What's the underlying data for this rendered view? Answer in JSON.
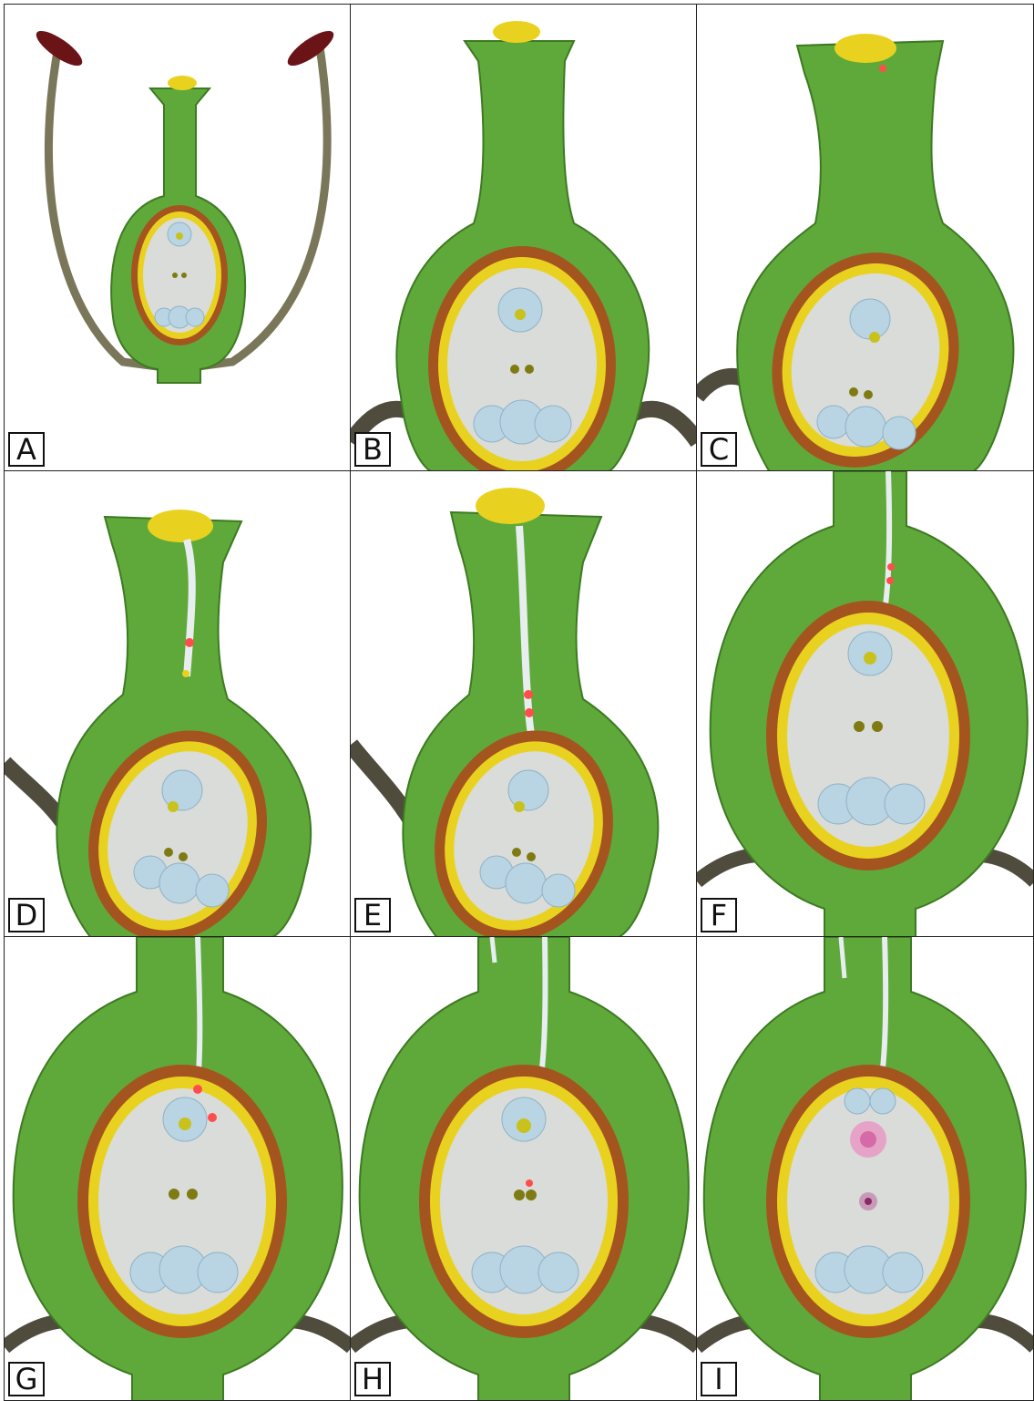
{
  "panels": [
    {
      "label": "A",
      "stage": "overview"
    },
    {
      "label": "B",
      "stage": "pollen-landing"
    },
    {
      "label": "C",
      "stage": "germination"
    },
    {
      "label": "D",
      "stage": "tube-growth"
    },
    {
      "label": "E",
      "stage": "tube-descending"
    },
    {
      "label": "F",
      "stage": "tube-at-micropyle"
    },
    {
      "label": "G",
      "stage": "sperm-release"
    },
    {
      "label": "H",
      "stage": "fusion"
    },
    {
      "label": "I",
      "stage": "zygote-formed"
    }
  ],
  "colors": {
    "pistil": "#5fa93a",
    "pistil_dark": "#3d7a22",
    "integument_outer": "#a4551f",
    "integument_inner": "#e9d21f",
    "embryo_sac": "#d9dcd8",
    "cell": "#b9d4e3",
    "nucleus": "#c9c21c",
    "sperm": "#ff4d4d",
    "zygote": "#d66aa6",
    "filament": "#7a765a",
    "anther": "#6b1418"
  }
}
